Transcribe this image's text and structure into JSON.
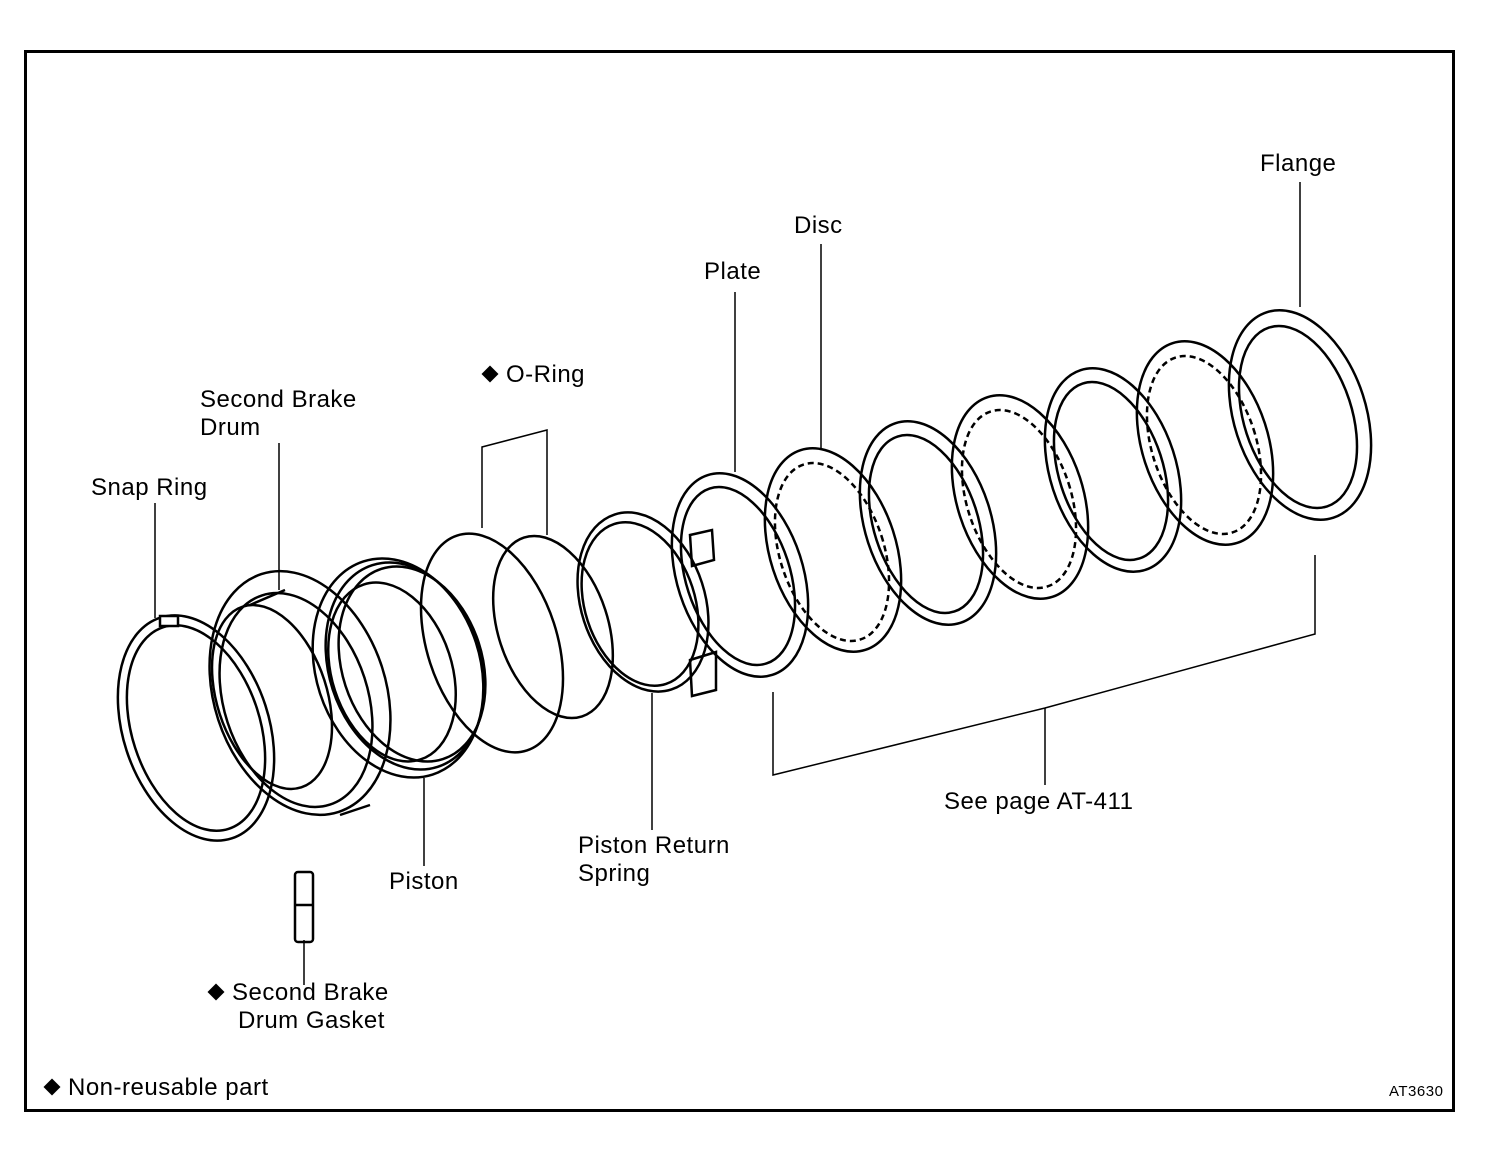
{
  "labels": {
    "snap_ring": "Snap Ring",
    "second_brake_drum": [
      "Second Brake",
      "Drum"
    ],
    "o_ring": "O-Ring",
    "plate": "Plate",
    "disc": "Disc",
    "flange": "Flange",
    "piston": "Piston",
    "piston_return_spring": [
      "Piston Return",
      "Spring"
    ],
    "see_page": "See page AT-411",
    "second_brake_drum_gasket": [
      "Second Brake",
      "Drum Gasket"
    ]
  },
  "legend": {
    "non_reusable": "Non-reusable part"
  },
  "figure_code": "AT3630",
  "icons": {
    "non_reusable_marker": "diamond-icon"
  }
}
